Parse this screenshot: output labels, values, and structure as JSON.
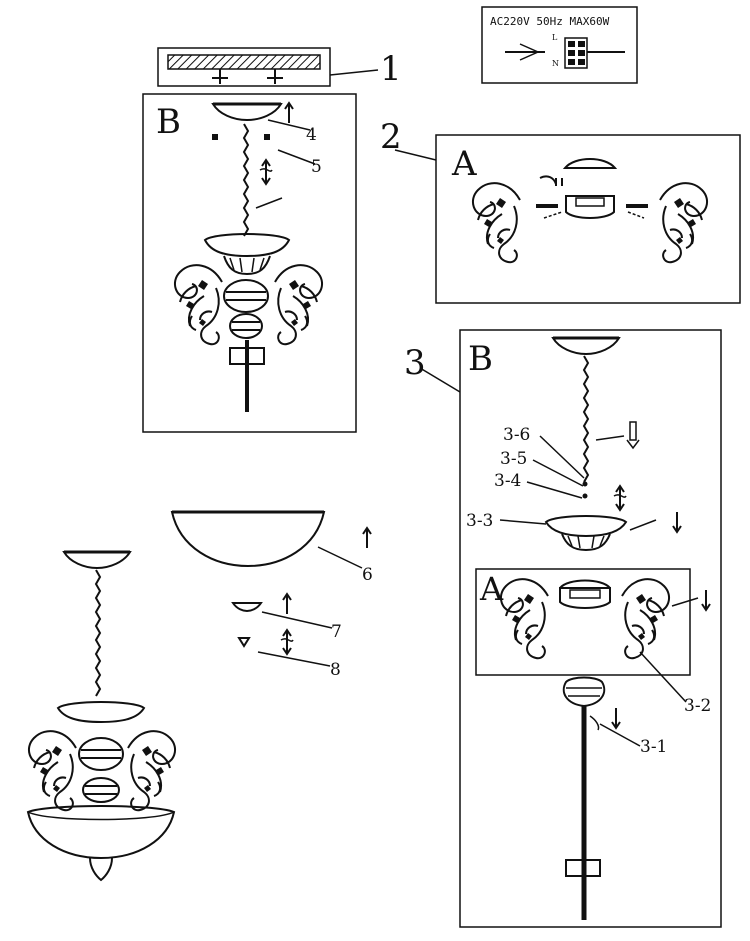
{
  "spec_label": "AC220V  50Hz  MAX60W",
  "wire_labels": {
    "l": "L",
    "n": "N"
  },
  "panel_letters": {
    "top_left": "B",
    "panel_2": "A",
    "panel_3": "B",
    "panel_3_inner": "A"
  },
  "step_numbers": {
    "s1": "1",
    "s2": "2",
    "s3": "3"
  },
  "callouts": {
    "c4": "4",
    "c5": "5",
    "c6": "6",
    "c7": "7",
    "c8": "8",
    "c3_1": "3-1",
    "c3_2": "3-2",
    "c3_3": "3-3",
    "c3_4": "3-4",
    "c3_5": "3-5",
    "c3_6": "3-6"
  }
}
